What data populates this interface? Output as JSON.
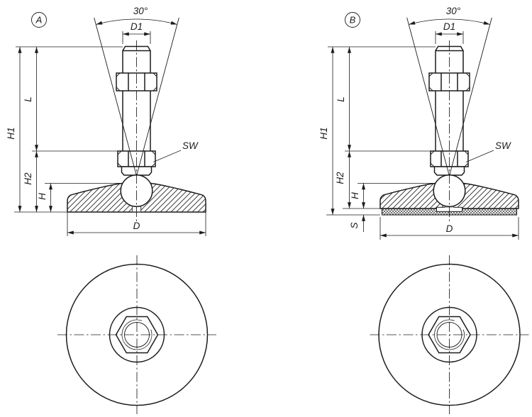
{
  "drawing": {
    "background": "#ffffff",
    "line_color": "#1c1c1c",
    "views": {
      "side_a": {
        "marker": "A"
      },
      "side_b": {
        "marker": "B"
      }
    },
    "labels": {
      "angle": "30°",
      "thread_dia": "D1",
      "thread_length": "L",
      "total_height": "H1",
      "mid_height": "H2",
      "base_height": "H",
      "wrench_size": "SW",
      "base_dia": "D",
      "pad_thickness": "S"
    }
  }
}
